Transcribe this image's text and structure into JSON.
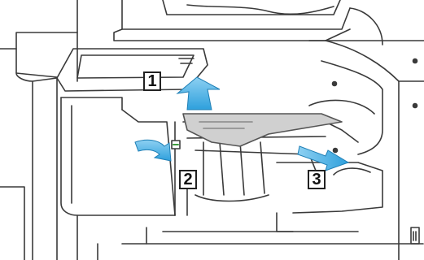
{
  "figure": {
    "callouts": [
      {
        "label": "1"
      },
      {
        "label": "2"
      },
      {
        "label": "3"
      }
    ],
    "colors": {
      "arrow_fill": "#2ea0dc",
      "arrow_highlight": "#8dd0f2",
      "paper": "#d0d0d0",
      "line": "#3a3a3a",
      "background": "#ffffff"
    },
    "icons": [
      "up-arrow-icon",
      "curved-down-arrow-icon",
      "right-arrow-icon"
    ]
  }
}
